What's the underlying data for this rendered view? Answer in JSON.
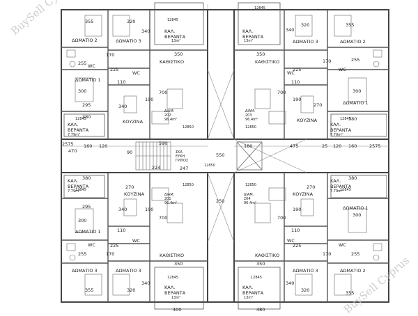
{
  "watermark": "BuySell Cyprus",
  "rooms": {
    "bedroom2": "ΔΩΜΑΤΙΟ 2",
    "bedroom3": "ΔΩΜΑΤΙΟ 3",
    "bedroom1": "ΔΩΜΑΤΙΟ 1",
    "living": "ΚΑΘΙΣΤΙΚΟ",
    "kitchen": "ΚΟΥΖΙΝΑ",
    "veranda_line1": "ΚΑΛ.",
    "veranda_line2": "ΒΕΡΑΝΤΑ",
    "wc": "WC"
  },
  "areas": {
    "veranda_13": "13m²",
    "veranda_779": "7.79m²",
    "apt_area": "96.4m²"
  },
  "apartments": {
    "a202": [
      "ΔΙΑΜ.",
      "202"
    ],
    "a203": [
      "ΔΙΑΜ.",
      "203"
    ],
    "a201": [
      "ΔΙΑΜ.",
      "201"
    ],
    "a204": [
      "ΔΙΑΜ.",
      "204"
    ]
  },
  "levels": {
    "l12845": "12845",
    "l12850": "12850"
  },
  "stair": [
    "ΣΚΑ",
    "ΕΥΚΗ",
    "ΓΡΙΠΟΣ"
  ],
  "dims": {
    "d355": "355",
    "d320": "320",
    "d340": "340",
    "d350": "350",
    "d255": "255",
    "d170": "170",
    "d225": "225",
    "d110": "110",
    "d300": "300",
    "d295": "295",
    "d700": "700",
    "d190": "190",
    "d380": "380",
    "d270": "270",
    "d470": "470",
    "d160": "160",
    "d120": "120",
    "d2575": "2575",
    "d590": "590",
    "d180": "180",
    "d475": "475",
    "d25": "25",
    "d550": "550",
    "d250": "250",
    "d247": "247",
    "d224": "224",
    "d90": "90",
    "d400": "400",
    "d480": "480"
  }
}
